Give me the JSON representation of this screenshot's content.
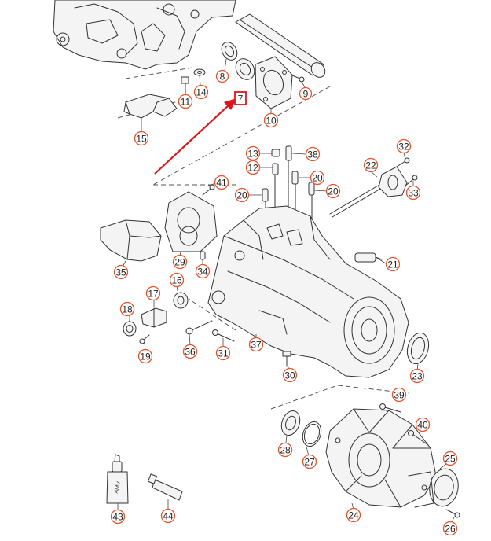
{
  "diagram": {
    "highlighted_part": "7",
    "accent_color": "#e0141b",
    "callout_ring_color": "#e8542a",
    "callouts": [
      {
        "label": "7",
        "highlight": true
      },
      {
        "label": "8"
      },
      {
        "label": "9"
      },
      {
        "label": "10"
      },
      {
        "label": "11"
      },
      {
        "label": "12"
      },
      {
        "label": "13"
      },
      {
        "label": "14"
      },
      {
        "label": "15"
      },
      {
        "label": "16"
      },
      {
        "label": "17"
      },
      {
        "label": "18"
      },
      {
        "label": "19"
      },
      {
        "label": "20"
      },
      {
        "label": "20"
      },
      {
        "label": "20"
      },
      {
        "label": "21"
      },
      {
        "label": "22"
      },
      {
        "label": "23"
      },
      {
        "label": "24"
      },
      {
        "label": "25"
      },
      {
        "label": "26"
      },
      {
        "label": "27"
      },
      {
        "label": "28"
      },
      {
        "label": "29"
      },
      {
        "label": "30"
      },
      {
        "label": "31"
      },
      {
        "label": "32"
      },
      {
        "label": "33"
      },
      {
        "label": "34"
      },
      {
        "label": "35"
      },
      {
        "label": "36"
      },
      {
        "label": "37"
      },
      {
        "label": "38"
      },
      {
        "label": "39"
      },
      {
        "label": "40"
      },
      {
        "label": "41"
      },
      {
        "label": "43"
      },
      {
        "label": "44"
      }
    ],
    "tube_text": "AMV"
  }
}
